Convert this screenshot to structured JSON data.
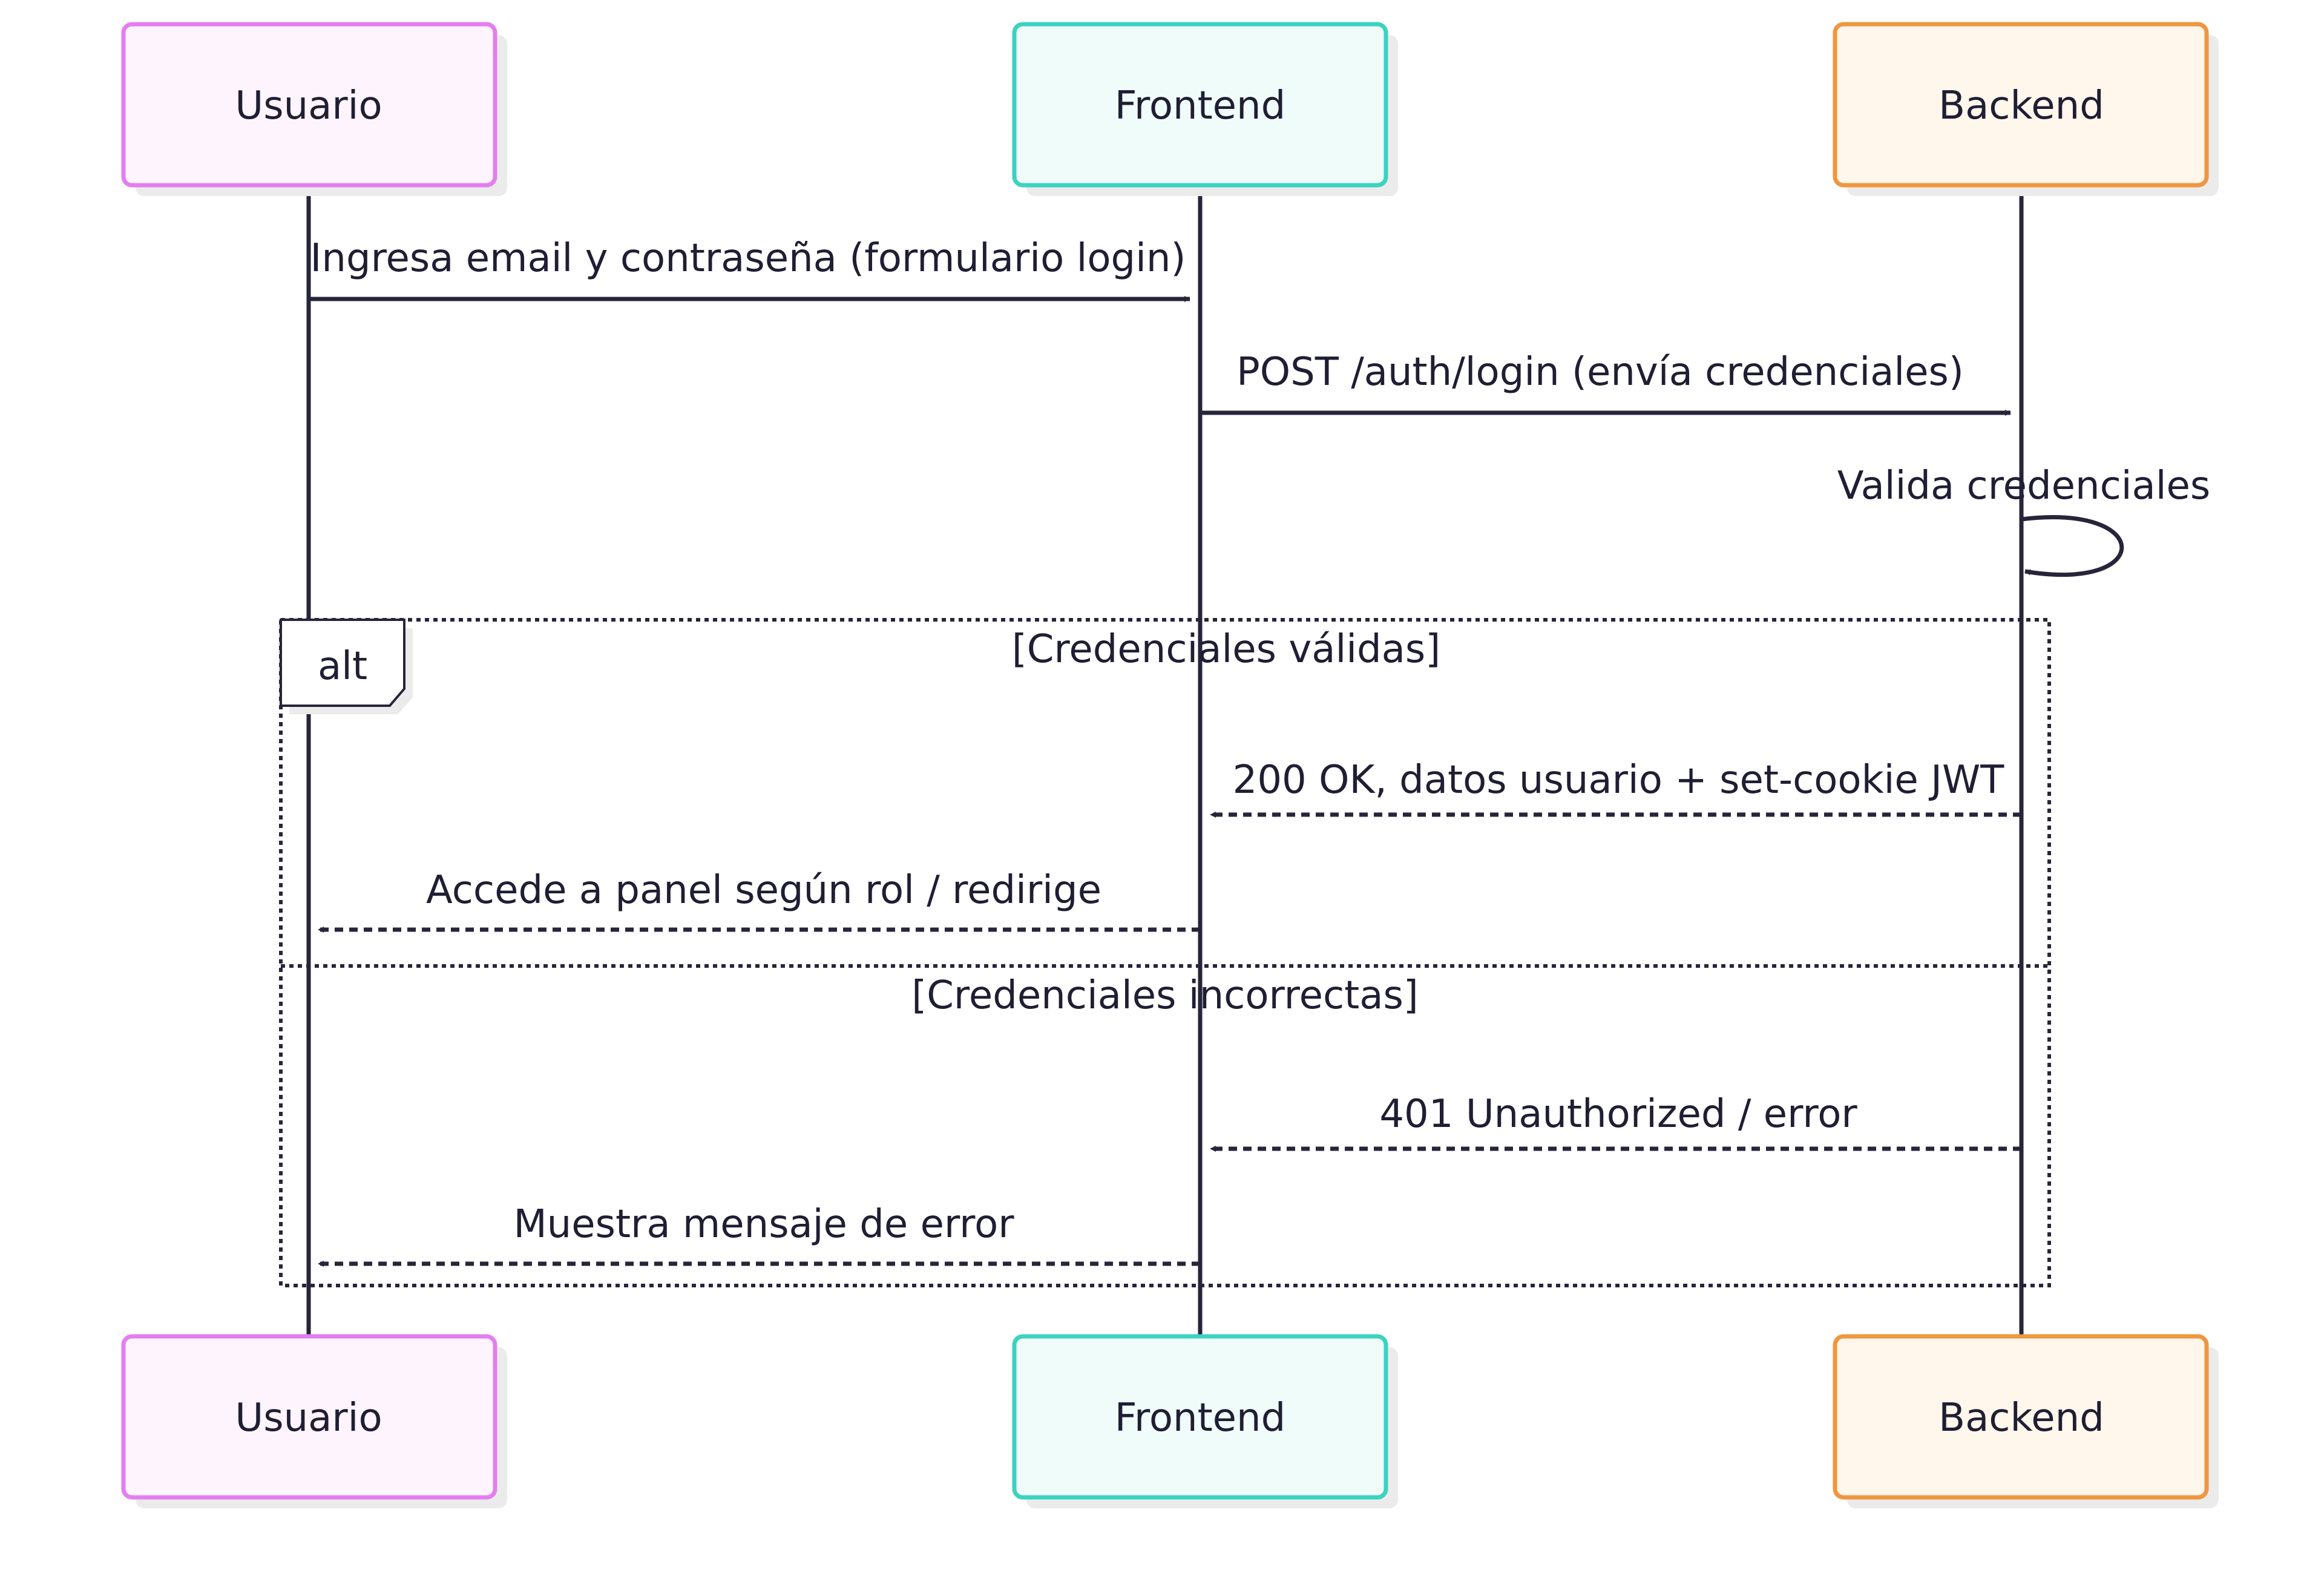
{
  "actors": [
    {
      "id": "usuario",
      "label": "Usuario",
      "stroke": "#e47ef0",
      "fill": "#fef4fe"
    },
    {
      "id": "frontend",
      "label": "Frontend",
      "stroke": "#3ad3c0",
      "fill": "#f0fcfa"
    },
    {
      "id": "backend",
      "label": "Backend",
      "stroke": "#f0963e",
      "fill": "#fff6ec"
    }
  ],
  "messages": [
    {
      "id": "m1",
      "label": "Ingresa email y contraseña (formulario login)",
      "from": "usuario",
      "to": "frontend",
      "style": "solid"
    },
    {
      "id": "m2",
      "label": "POST /auth/login (envía credenciales)",
      "from": "frontend",
      "to": "backend",
      "style": "solid"
    },
    {
      "id": "m3",
      "label": "Valida credenciales",
      "from": "backend",
      "to": "backend",
      "style": "self"
    },
    {
      "id": "m4",
      "label": "200 OK, datos usuario + set-cookie JWT",
      "from": "backend",
      "to": "frontend",
      "style": "dashed"
    },
    {
      "id": "m5",
      "label": "Accede a panel según rol / redirige",
      "from": "frontend",
      "to": "usuario",
      "style": "dashed"
    },
    {
      "id": "m6",
      "label": "401 Unauthorized / error",
      "from": "backend",
      "to": "frontend",
      "style": "dashed"
    },
    {
      "id": "m7",
      "label": "Muestra mensaje de error",
      "from": "frontend",
      "to": "usuario",
      "style": "dashed"
    }
  ],
  "fragment": {
    "type": "alt",
    "conditions": [
      "[Credenciales válidas]",
      "[Credenciales incorrectas]"
    ]
  },
  "colors": {
    "line": "#26253a",
    "text": "#1f1e33",
    "shadow": "#ebebeb"
  }
}
